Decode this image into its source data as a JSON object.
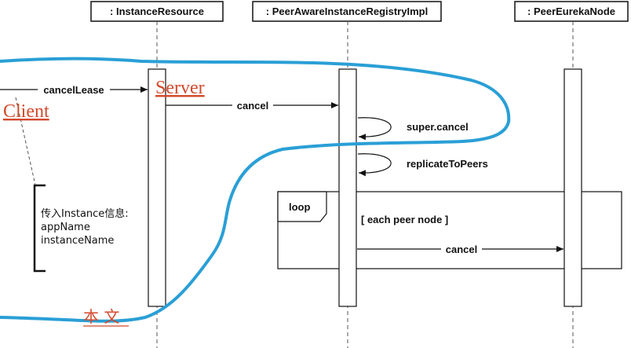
{
  "participants": [
    ": InstanceResource",
    ": PeerAwareInstanceRegistryImpl",
    ": PeerEurekaNode"
  ],
  "messages": {
    "cancel_lease": "cancelLease",
    "cancel": "cancel",
    "super_cancel": "super.cancel",
    "replicate": "replicateToPeers",
    "peer_cancel": "cancel"
  },
  "loop": {
    "tag": "loop",
    "guard": "[ each peer node ]"
  },
  "note": {
    "line1": "传入Instance信息:",
    "line2": "appName",
    "line3": "instanceName"
  },
  "annotations": {
    "client": "Client",
    "server": "Server",
    "body_text": "本 文"
  },
  "colors": {
    "annotation_stroke": "#2a9fd6",
    "annotation_text": "#d24a2c"
  }
}
